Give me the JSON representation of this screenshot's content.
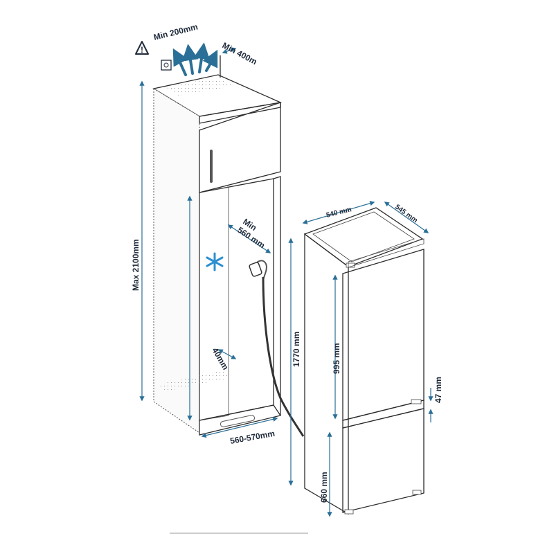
{
  "labels": {
    "min_200": "Min 200mm",
    "min_400": "Min 400m",
    "max_2100": "Max 2100mm",
    "min_word": "Min",
    "min_560": "560 mm",
    "gap_40": "40mm",
    "niche_width": "560-570mm",
    "height_1770": "1770 mm",
    "width_540": "540 mm",
    "depth_545": "545 mm",
    "upper_995": "995 mm",
    "gap_47": "47 mm",
    "lower_660": "660 mm"
  },
  "colors": {
    "arrow_blue": "#2a6f97",
    "frost_blue": "#2d8fd0",
    "cabinet_fill": "#f3f3f3",
    "panel_gray": "#c8c8c8",
    "door_gray": "#d9d9d9"
  },
  "icons": [
    "warning-icon",
    "socket-icon",
    "airflow-arrows-icon",
    "snowflake-icon",
    "power-plug-icon"
  ]
}
